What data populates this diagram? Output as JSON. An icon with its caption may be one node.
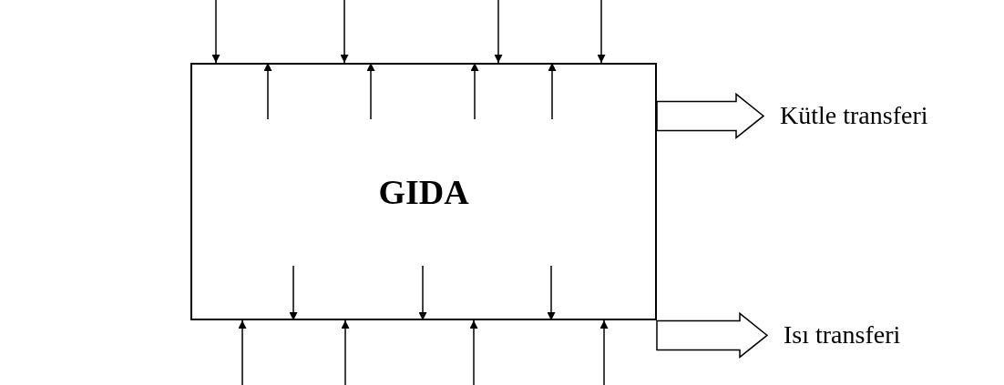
{
  "diagram": {
    "nodes": [
      {
        "text": [
          "GIDA"
        ]
      },
      {
        "text": [
          "Kütle transferi"
        ]
      },
      {
        "text": [
          "Isı transferi"
        ]
      }
    ],
    "edges": [
      {
        "from": null,
        "to": 0,
        "arrow": "to"
      },
      {
        "from": null,
        "to": 0,
        "arrow": "to"
      },
      {
        "from": null,
        "to": 0,
        "arrow": "to"
      },
      {
        "from": null,
        "to": 0,
        "arrow": "to"
      },
      {
        "from": null,
        "to": 0,
        "arrow": "to"
      },
      {
        "from": null,
        "to": 0,
        "arrow": "to"
      },
      {
        "from": null,
        "to": 0,
        "arrow": "to"
      },
      {
        "from": null,
        "to": 0,
        "arrow": "to"
      },
      {
        "from": null,
        "to": 0,
        "arrow": "to"
      },
      {
        "from": null,
        "to": 0,
        "arrow": "to"
      },
      {
        "from": null,
        "to": 0,
        "arrow": "to"
      },
      {
        "from": null,
        "to": 0,
        "arrow": "to"
      },
      {
        "from": null,
        "to": 0,
        "arrow": "to"
      },
      {
        "from": null,
        "to": 0,
        "arrow": "to"
      },
      {
        "from": null,
        "to": 0,
        "arrow": "to"
      },
      {
        "from": 0,
        "to": 1,
        "arrow": "to"
      },
      {
        "from": 0,
        "to": 2,
        "arrow": "to"
      }
    ]
  }
}
